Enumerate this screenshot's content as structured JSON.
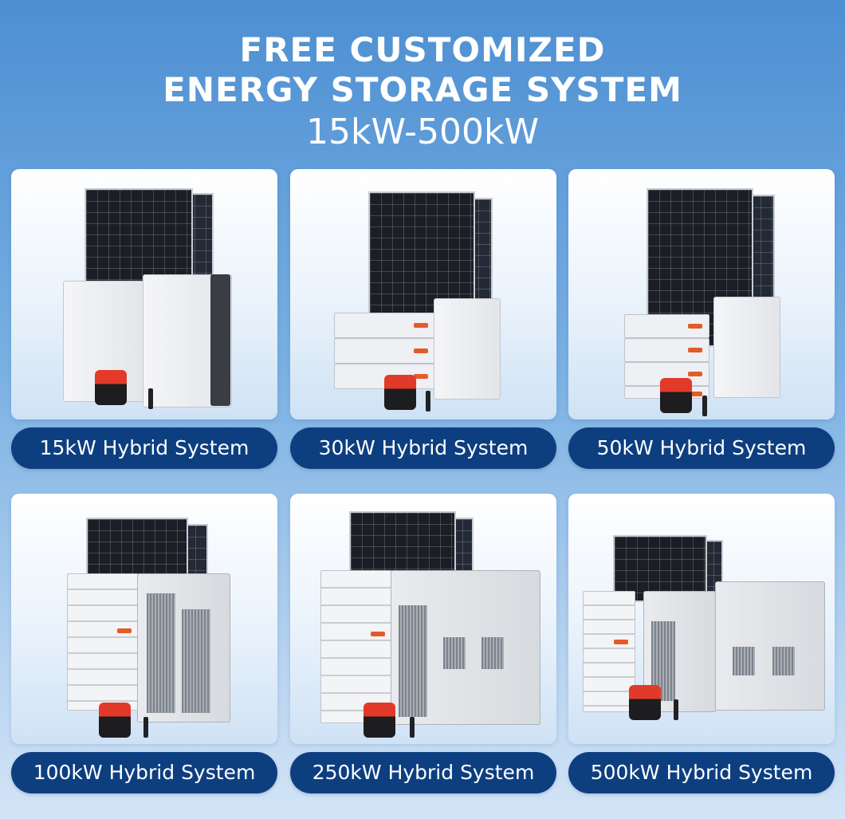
{
  "header": {
    "line1": "FREE CUSTOMIZED",
    "line2": "ENERGY STORAGE SYSTEM",
    "range": "15kW-500kW"
  },
  "cards": [
    {
      "label": "15kW Hybrid System"
    },
    {
      "label": "30kW Hybrid System"
    },
    {
      "label": "50kW Hybrid System"
    },
    {
      "label": "100kW Hybrid System"
    },
    {
      "label": "250kW Hybrid System"
    },
    {
      "label": "500kW Hybrid System"
    }
  ],
  "colors": {
    "background_top": "#4d8fd2",
    "pill": "#0d3f80",
    "cable_red": "#e23a2a"
  }
}
